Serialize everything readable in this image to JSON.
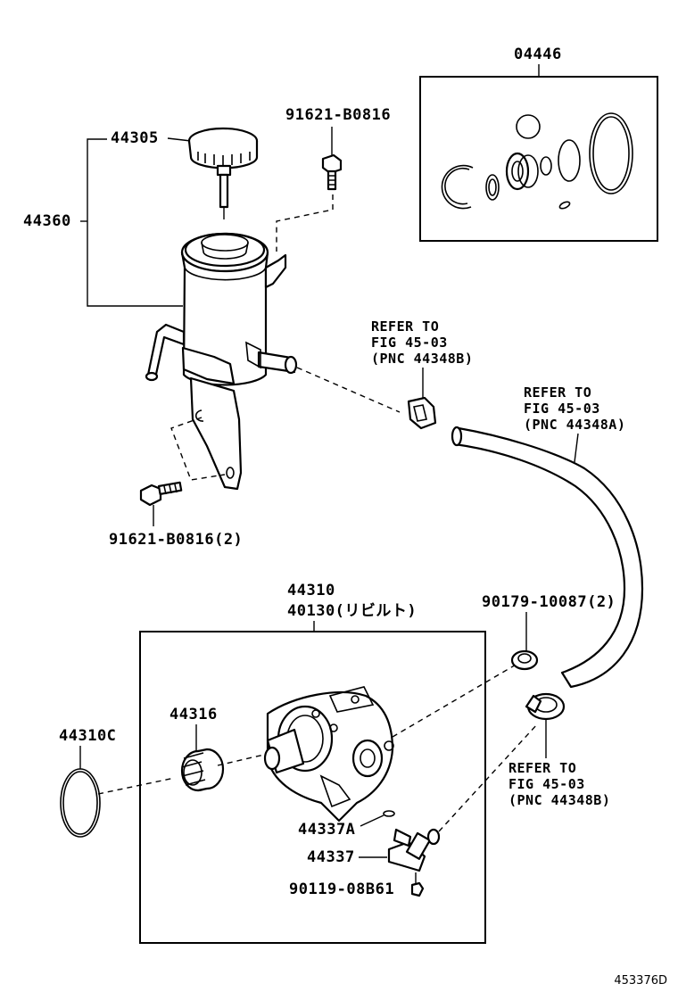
{
  "labels": {
    "kit": "04446",
    "cap": "44305",
    "reservoir": "44360",
    "bolt_top": "91621-B0816",
    "bolt_bottom": "91621-B0816(2)",
    "pump_assy": "44310",
    "pump_rebuilt": "40130(リビルト)",
    "clip": "90179-10087(2)",
    "pulley": "44316",
    "oring": "44310C",
    "oring_small": "44337A",
    "union": "44337",
    "union_bolt": "90119-08B61"
  },
  "refs": {
    "ref1": [
      "REFER TO",
      "FIG 45-03",
      "(PNC 44348B)"
    ],
    "ref2": [
      "REFER TO",
      "FIG 45-03",
      "(PNC 44348A)"
    ],
    "ref3": [
      "REFER TO",
      "FIG 45-03",
      "(PNC 44348B)"
    ]
  },
  "diagram_code": "453376D"
}
